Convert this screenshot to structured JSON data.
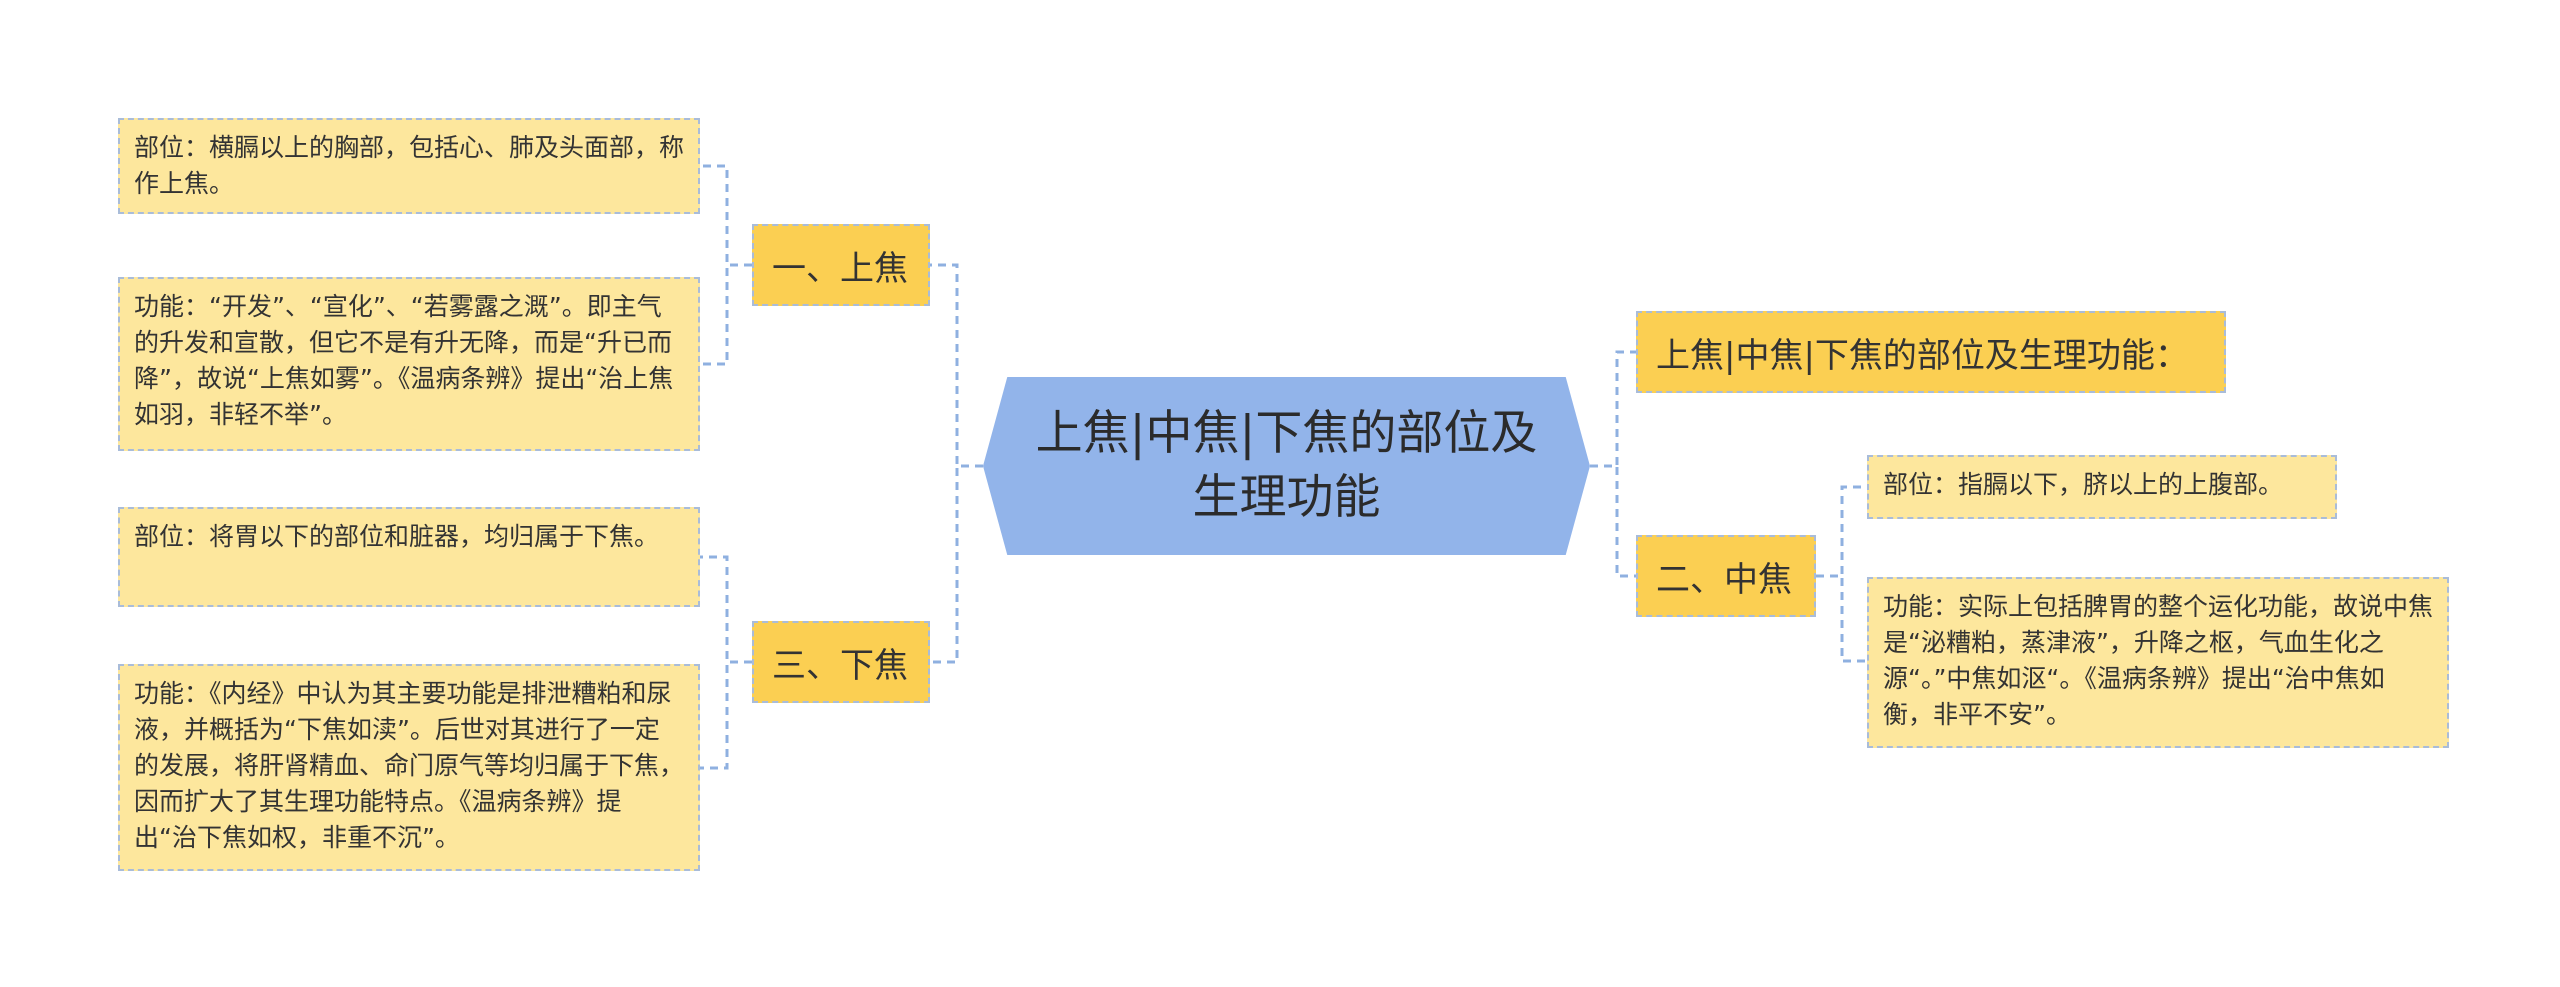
{
  "center": {
    "label": "上焦|中焦|下焦的部位及生理功能"
  },
  "left": [
    {
      "label": "一、上焦",
      "children": [
        "部位：横膈以上的胸部，包括心、肺及头面部，称作上焦。",
        "功能：“开发”、“宣化”、“若雾露之溉”。即主气的升发和宣散，但它不是有升无降，而是“升已而降”，故说“上焦如雾”。《温病条辨》提出“治上焦如羽，非轻不举”。"
      ]
    },
    {
      "label": "三、下焦",
      "children": [
        "部位：将胃以下的部位和脏器，均归属于下焦。",
        "功能：《内经》中认为其主要功能是排泄糟粕和尿液，并概括为“下焦如渎”。后世对其进行了一定的发展，将肝肾精血、命门原气等均归属于下焦，因而扩大了其生理功能特点。《温病条辨》提出“治下焦如权，非重不沉”。"
      ]
    }
  ],
  "right": [
    {
      "label": "上焦|中焦|下焦的部位及生理功能："
    },
    {
      "label": "二、中焦",
      "children": [
        "部位：指膈以下，脐以上的上腹部。",
        "功能：实际上包括脾胃的整个运化功能，故说中焦是“泌糟粕，蒸津液”，升降之枢，气血生化之源“。”中焦如沤“。《温病条辨》提出“治中焦如衡，非平不安”。"
      ]
    }
  ]
}
